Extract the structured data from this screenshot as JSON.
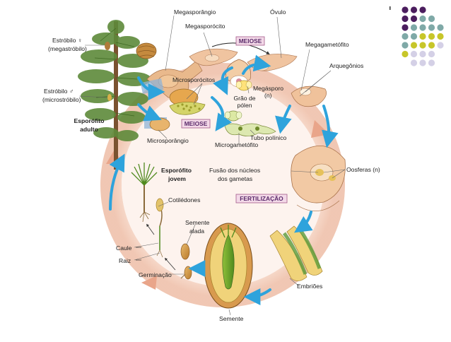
{
  "labels": {
    "megasporangio": "Megasporângio",
    "megasporocito": "Megasporócito",
    "ovulo": "Óvulo",
    "estrobilo_f_1": "Estróbilo ♀",
    "estrobilo_f_2": "(megastróbilo)",
    "megagametofito": "Megagametófito",
    "arquegonios": "Arquegônios",
    "microsporocitos": "Microsporócitos",
    "megasporo_1": "Megásporo",
    "megasporo_2": "(n)",
    "estrobilo_m_1": "Estróbilo ♂",
    "estrobilo_m_2": "(microstróbilo)",
    "grao_1": "Grão de",
    "grao_2": "pólen",
    "esporofito_adulto_1": "Esporófito",
    "esporofito_adulto_2": "adulto",
    "tubo_1": "Tubo polínico",
    "microsporangio": "Microsporângio",
    "microgametofito": "Microgametófito",
    "esporofito_jovem_1": "Esporófito",
    "esporofito_jovem_2": "jovem",
    "fusao_1": "Fusão dos núcleos",
    "fusao_2": "dos gametas",
    "oosferas": "Oosferas (n)",
    "cotiledones": "Cotilédones",
    "semente_alada_1": "Semente",
    "semente_alada_2": "alada",
    "caule": "Caule",
    "raiz": "Raiz",
    "germinacao": "Germinação",
    "embrioes": "Embriões",
    "semente": "Semente"
  },
  "boxes": {
    "meiose_top": "MEIOSE",
    "meiose_mid": "MEIOSE",
    "fertilizacao": "FERTILIZAÇÃO"
  },
  "colors": {
    "cycle_ring": "#f2c9b4",
    "arrow_blue": "#2ea3dc",
    "box_bg": "#f3d9e8",
    "box_border": "#a35a8a",
    "dot_purple": "#4b1d5e",
    "dot_teal": "#7fa9a7",
    "dot_yellow": "#c7c62a",
    "dot_lavender": "#d4d0e6"
  },
  "decor_dots": [
    [
      "purple",
      "purple",
      "purple",
      "",
      ""
    ],
    [
      "purple",
      "purple",
      "teal",
      "teal",
      ""
    ],
    [
      "purple",
      "teal",
      "teal",
      "teal",
      "teal"
    ],
    [
      "teal",
      "teal",
      "yellow",
      "yellow",
      "yellow"
    ],
    [
      "teal",
      "yellow",
      "yellow",
      "yellow",
      "lavender"
    ],
    [
      "yellow",
      "lavender",
      "lavender",
      "lavender",
      ""
    ],
    [
      "",
      "lavender",
      "lavender",
      "lavender",
      ""
    ]
  ]
}
